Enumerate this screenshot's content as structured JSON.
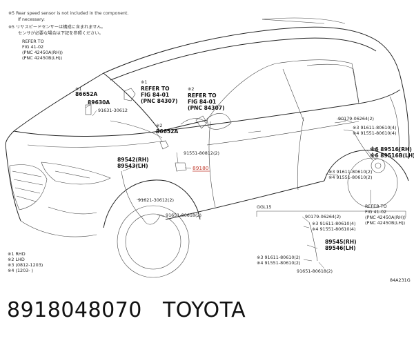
{
  "notes_top": [
    "※5 Rear speed sensor is not included in the component.",
    "If necessary:",
    "※5 リヤスピードセンサーは構成に含まれません。",
    "センサが必要な場合は下記を参照ください。"
  ],
  "refs": [
    {
      "id": "r1",
      "lines": [
        "REFER TO",
        "FIG 41-02",
        "(PNC 42450A(RH))",
        "(PNC 42450B(LH))"
      ]
    },
    {
      "id": "r2",
      "lines": [
        "※1",
        "REFER TO",
        "FIG 84-01",
        "(PNC 84307)"
      ]
    },
    {
      "id": "r3",
      "lines": [
        "※2",
        "REFER TO",
        "FIG 84-01",
        "(PNC 84307)"
      ]
    },
    {
      "id": "r4",
      "lines": [
        "REFER TO",
        "FIG 41-02",
        "(PNC 42450A(RH))",
        "(PNC 42450B(LH))"
      ]
    }
  ],
  "parts": [
    {
      "id": "p1",
      "lines": [
        "※1",
        "86652A"
      ]
    },
    {
      "id": "p2",
      "lines": [
        "89630A"
      ]
    },
    {
      "id": "p3",
      "lines": [
        "91631-30612"
      ]
    },
    {
      "id": "p4",
      "lines": [
        "※2",
        "86652A"
      ]
    },
    {
      "id": "p5",
      "lines": [
        "91551-80812(2)"
      ]
    },
    {
      "id": "p6",
      "lines": [
        "89542(RH)",
        "89543(LH)"
      ]
    },
    {
      "id": "p7",
      "lines": [
        "91621-30612(2)"
      ]
    },
    {
      "id": "p8",
      "lines": [
        "91651-80618(2)"
      ]
    },
    {
      "id": "p9",
      "lines": [
        "90179-06264(2)"
      ]
    },
    {
      "id": "p10",
      "lines": [
        "※3 91611-80610(4)",
        "※4 91551-80610(4)"
      ]
    },
    {
      "id": "p11",
      "lines": [
        "※6 89516(RH)",
        "※6 89516B(LH)"
      ]
    },
    {
      "id": "p12",
      "lines": [
        "※3 91611-80610(2)",
        "※4 91551-80610(2)"
      ]
    },
    {
      "id": "p13",
      "lines": [
        "GGL15"
      ]
    },
    {
      "id": "p14",
      "lines": [
        "90179-06264(2)"
      ]
    },
    {
      "id": "p15",
      "lines": [
        "※3 91611-80610(4)",
        "※4 91551-80610(4)"
      ]
    },
    {
      "id": "p16",
      "lines": [
        "89545(RH)",
        "89546(LH)"
      ]
    },
    {
      "id": "p17",
      "lines": [
        "※3 91611-80610(2)",
        "※4 91551-80610(2)"
      ]
    },
    {
      "id": "p18",
      "lines": [
        "91651-80618(2)"
      ]
    }
  ],
  "highlight_part": "89180",
  "legend": [
    "※1 RHD",
    "※2 LHD",
    "※3 (0812-1203)",
    "※4 (1203-     )"
  ],
  "diagram_code": "84A231G",
  "footer": {
    "part_number": "8918048070",
    "brand": "TOYOTA"
  },
  "colors": {
    "highlight": "#c0392b",
    "line": "#222222",
    "text": "#111111"
  }
}
